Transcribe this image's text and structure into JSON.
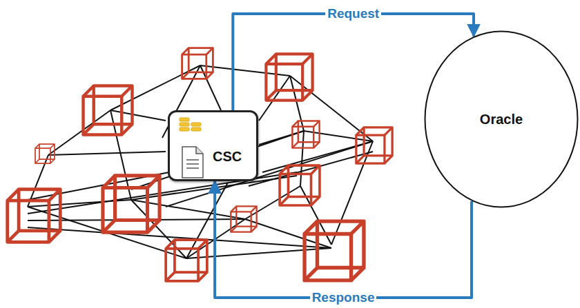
{
  "diagram": {
    "nodes": [
      {
        "text": [
          "CSC"
        ]
      },
      {
        "text": [
          "Oracle"
        ]
      }
    ],
    "edges": [
      {
        "from": 0,
        "to": 1,
        "label": "Request",
        "arrow": "to"
      },
      {
        "from": 1,
        "to": 0,
        "label": "Response",
        "arrow": "to"
      }
    ]
  }
}
